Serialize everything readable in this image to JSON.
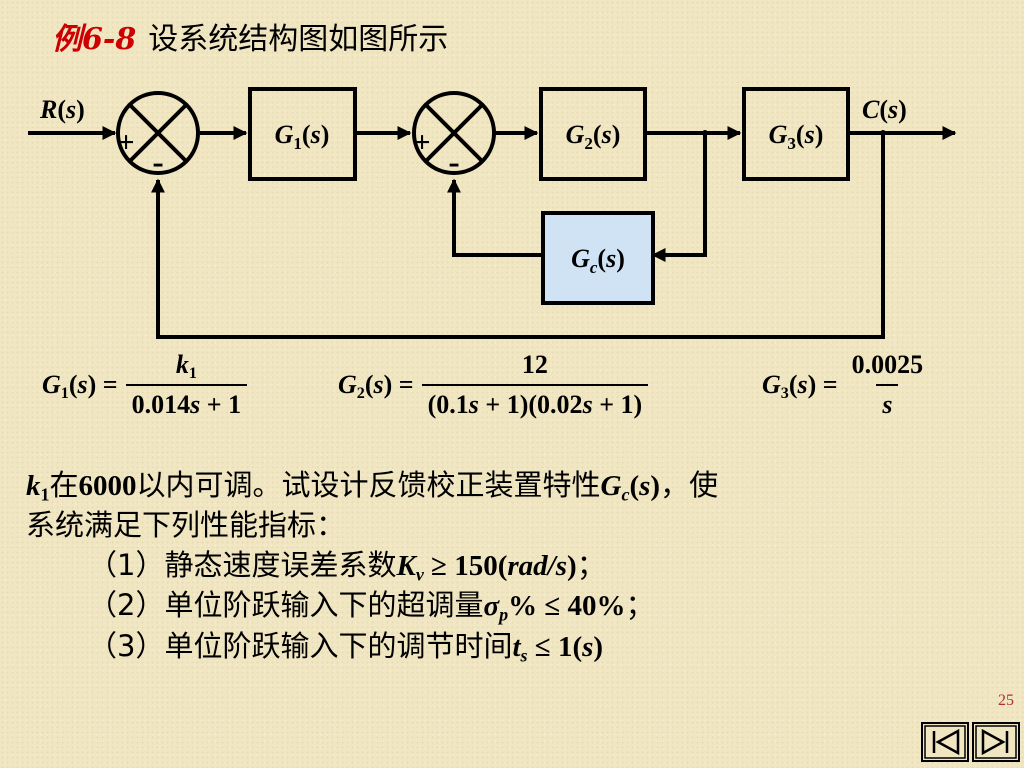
{
  "slide": {
    "example_label": "例6-8",
    "title": "设系统结构图如图所示",
    "page_number": "25"
  },
  "diagram": {
    "input_signal": {
      "name": "R",
      "var": "s"
    },
    "output_signal": {
      "name": "C",
      "var": "s"
    },
    "summing_junction_1": {
      "plus": "+",
      "minus": "-"
    },
    "summing_junction_2": {
      "plus": "+",
      "minus": "-"
    },
    "blocks": {
      "g1": {
        "name": "G",
        "sub": "1",
        "var": "s"
      },
      "g2": {
        "name": "G",
        "sub": "2",
        "var": "s"
      },
      "g3": {
        "name": "G",
        "sub": "3",
        "var": "s"
      },
      "gc": {
        "name": "G",
        "sub": "c",
        "var": "s"
      }
    },
    "colors": {
      "line": "#000000",
      "gc_fill": "#cfe3f5"
    }
  },
  "formulas": {
    "g1": {
      "lhs_name": "G",
      "lhs_sub": "1",
      "lhs_var": "s",
      "num_name": "k",
      "num_sub": "1",
      "den_coef": "0.014",
      "den_var": "s",
      "den_rest": " + 1"
    },
    "g2": {
      "lhs_name": "G",
      "lhs_sub": "2",
      "lhs_var": "s",
      "num": "12",
      "den_a": "(0.1",
      "den_a_var": "s",
      "den_b": " + 1)(0.02",
      "den_b_var": "s",
      "den_c": " + 1)"
    },
    "g3": {
      "lhs_name": "G",
      "lhs_sub": "3",
      "lhs_var": "s",
      "num": "0.0025",
      "den_var": "s"
    }
  },
  "body": {
    "intro": {
      "k": "k",
      "k_sub": "1",
      "range_a": "在",
      "range_num": "6000",
      "range_b": "以内可调。试设计反馈校正装置特性",
      "gc_name": "G",
      "gc_sub": "c",
      "gc_var": "s",
      "tail": "，使",
      "line2": "系统满足下列性能指标："
    },
    "items": [
      {
        "idx": "（1）",
        "text": "静态速度误差系数",
        "sym": "K",
        "sym_sub": "v",
        "rel": " ≥ 150",
        "unit_open": "(",
        "unit": "rad/s",
        "unit_close": ")",
        "end": "；"
      },
      {
        "idx": "（2）",
        "text": "单位阶跃输入下的超调量",
        "sym": "σ",
        "sym_sub": "p",
        "rel": "% ≤ 40%",
        "end": "；"
      },
      {
        "idx": "（3）",
        "text": "单位阶跃输入下的调节时间",
        "sym": "t",
        "sym_sub": "s",
        "rel": " ≤ 1",
        "unit_open": "(",
        "unit": "s",
        "unit_close": ")",
        "end": ""
      }
    ]
  },
  "navigation": {
    "first_icon": "first-slide-icon",
    "last_icon": "last-slide-icon"
  }
}
